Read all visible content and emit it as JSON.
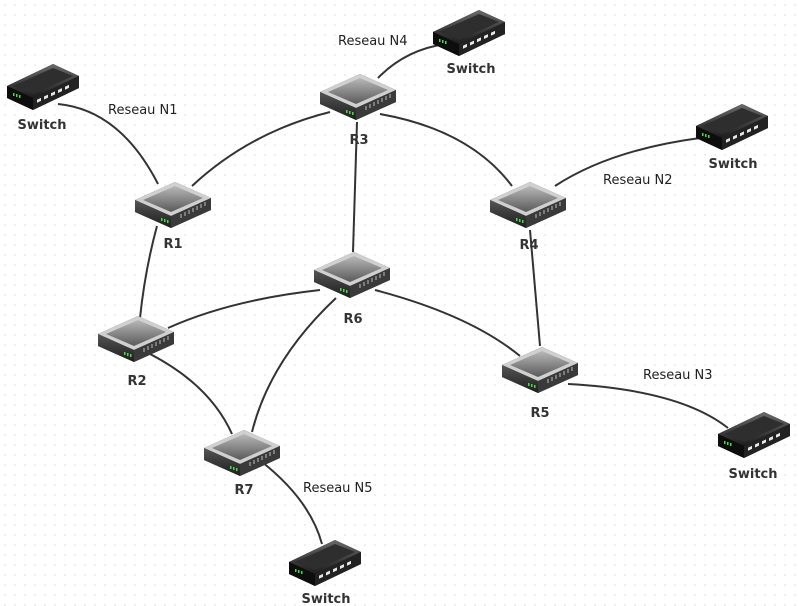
{
  "diagram": {
    "routers": [
      {
        "id": "r1",
        "label": "R1"
      },
      {
        "id": "r2",
        "label": "R2"
      },
      {
        "id": "r3",
        "label": "R3"
      },
      {
        "id": "r4",
        "label": "R4"
      },
      {
        "id": "r5",
        "label": "R5"
      },
      {
        "id": "r6",
        "label": "R6"
      },
      {
        "id": "r7",
        "label": "R7"
      }
    ],
    "switches": [
      {
        "id": "s1",
        "label": "Switch"
      },
      {
        "id": "s2",
        "label": "Switch"
      },
      {
        "id": "s3",
        "label": "Switch"
      },
      {
        "id": "s4",
        "label": "Switch"
      },
      {
        "id": "s5",
        "label": "Switch"
      }
    ],
    "networks": [
      {
        "id": "n1",
        "label": "Reseau N1"
      },
      {
        "id": "n2",
        "label": "Reseau N2"
      },
      {
        "id": "n3",
        "label": "Reseau N3"
      },
      {
        "id": "n4",
        "label": "Reseau N4"
      },
      {
        "id": "n5",
        "label": "Reseau N5"
      }
    ],
    "links": [
      [
        "r1",
        "r3"
      ],
      [
        "r3",
        "r4"
      ],
      [
        "r3",
        "r6"
      ],
      [
        "r1",
        "r2"
      ],
      [
        "r2",
        "r6"
      ],
      [
        "r6",
        "r5"
      ],
      [
        "r6",
        "r7"
      ],
      [
        "r2",
        "r7"
      ],
      [
        "r4",
        "r5"
      ],
      [
        "s1",
        "r1"
      ],
      [
        "s2",
        "r4"
      ],
      [
        "s3",
        "r5"
      ],
      [
        "s4",
        "r3"
      ],
      [
        "s5",
        "r7"
      ]
    ],
    "colors": {
      "link": "#333333",
      "device_body": "#3a3a3a",
      "device_top": "#8a8a8a",
      "port_led": "#44dd44"
    }
  }
}
